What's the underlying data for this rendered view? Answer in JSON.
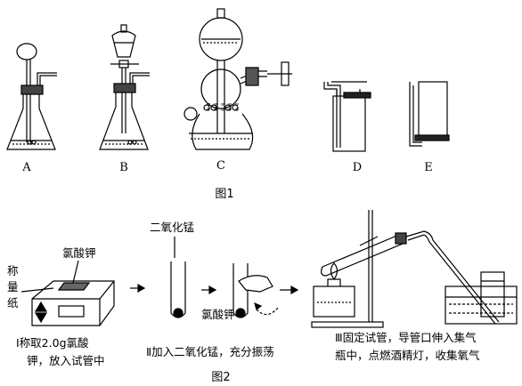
{
  "figure1": {
    "labels": {
      "A": "A",
      "B": "B",
      "C": "C",
      "D": "D",
      "E": "E"
    },
    "caption": "图1"
  },
  "figure2": {
    "reagent_mno2": "二氧化锰",
    "reagent_kclo3": "氯酸钾",
    "paper_label": "称量纸",
    "tube_label": "氯酸钾",
    "step1": [
      "Ⅰ称取2.0g氯酸",
      "钾，放入试管中"
    ],
    "step2": [
      "Ⅱ加入二氧化锰，充分振荡"
    ],
    "step3": [
      "Ⅲ固定试管，导管口伸入集气",
      "瓶中，点燃酒精灯，收集氧气"
    ],
    "caption": "图2"
  }
}
